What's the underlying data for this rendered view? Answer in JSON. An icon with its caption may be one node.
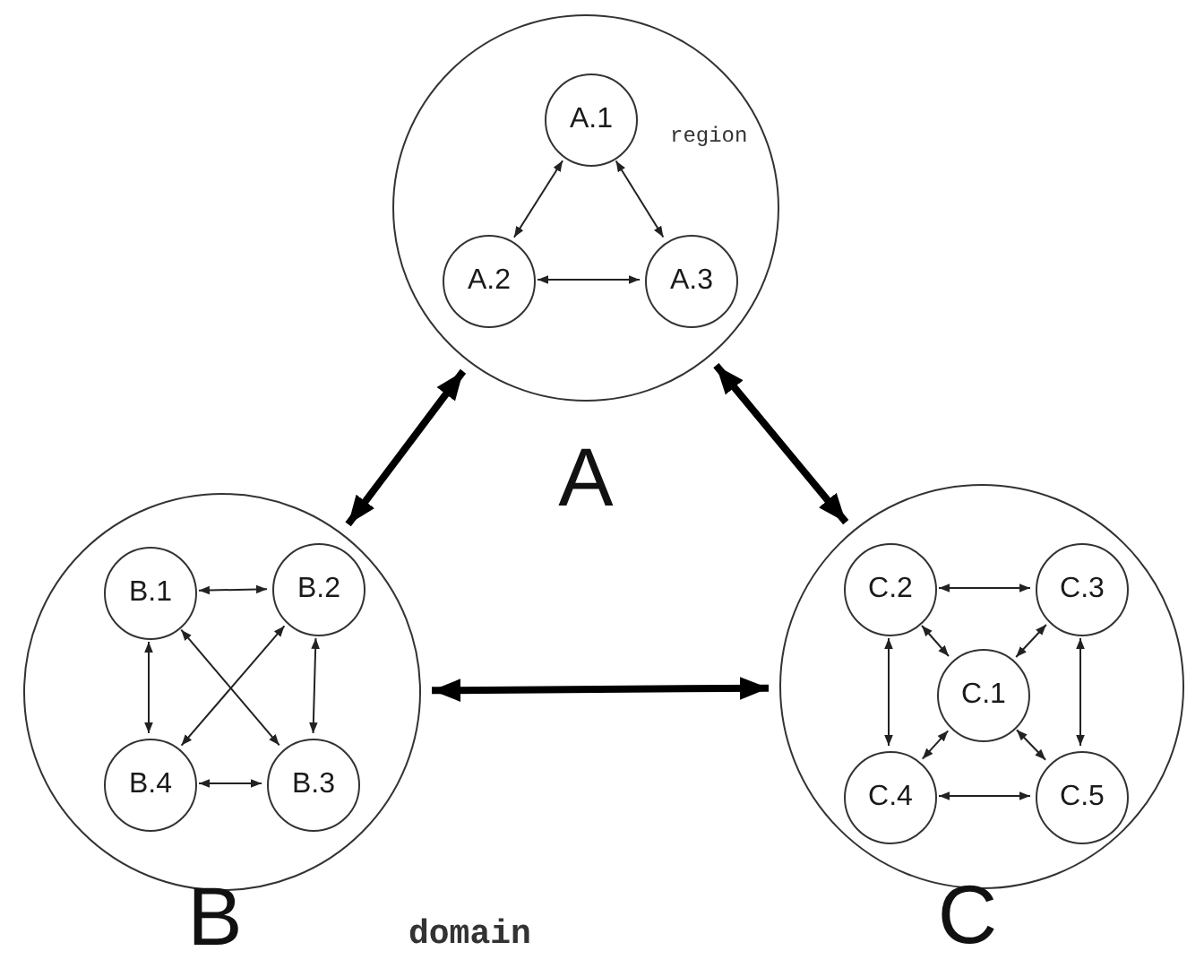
{
  "diagram": {
    "nodes": [
      {
        "text": [
          "A"
        ]
      },
      {
        "text": [
          "A.1"
        ],
        "in": 0
      },
      {
        "text": [
          "A.2"
        ],
        "in": 0
      },
      {
        "text": [
          "A.3"
        ],
        "in": 0
      },
      {
        "text": [
          "B"
        ]
      },
      {
        "text": [
          "B.1"
        ],
        "in": 4
      },
      {
        "text": [
          "B.2"
        ],
        "in": 4
      },
      {
        "text": [
          "B.4"
        ],
        "in": 4
      },
      {
        "text": [
          "B.3"
        ],
        "in": 4
      },
      {
        "text": [
          "C"
        ]
      },
      {
        "text": [
          "C.1"
        ],
        "in": 9
      },
      {
        "text": [
          "C.2"
        ],
        "in": 9
      },
      {
        "text": [
          "C.3"
        ],
        "in": 9
      },
      {
        "text": [
          "C.4"
        ],
        "in": 9
      },
      {
        "text": [
          "C.5"
        ],
        "in": 9
      }
    ],
    "edges": [
      {
        "from": 1,
        "to": 2,
        "arrow": "both"
      },
      {
        "from": 1,
        "to": 3,
        "arrow": "both"
      },
      {
        "from": 2,
        "to": 3,
        "arrow": "both"
      },
      {
        "from": 5,
        "to": 6,
        "arrow": "both"
      },
      {
        "from": 5,
        "to": 7,
        "arrow": "both"
      },
      {
        "from": 6,
        "to": 8,
        "arrow": "both"
      },
      {
        "from": 7,
        "to": 8,
        "arrow": "both"
      },
      {
        "from": 5,
        "to": 8,
        "arrow": "both"
      },
      {
        "from": 6,
        "to": 7,
        "arrow": "both"
      },
      {
        "from": 11,
        "to": 12,
        "arrow": "both"
      },
      {
        "from": 11,
        "to": 13,
        "arrow": "both"
      },
      {
        "from": 12,
        "to": 14,
        "arrow": "both"
      },
      {
        "from": 13,
        "to": 14,
        "arrow": "both"
      },
      {
        "from": 10,
        "to": 11,
        "arrow": "both"
      },
      {
        "from": 10,
        "to": 12,
        "arrow": "both"
      },
      {
        "from": 10,
        "to": 13,
        "arrow": "both"
      },
      {
        "from": 10,
        "to": 14,
        "arrow": "both"
      },
      {
        "from": 0,
        "to": 4,
        "arrow": "both",
        "style": "thick"
      },
      {
        "from": 0,
        "to": 9,
        "arrow": "both",
        "style": "thick"
      },
      {
        "from": 4,
        "to": 9,
        "arrow": "both",
        "style": "thick"
      }
    ],
    "labels": [
      "region",
      "domain"
    ]
  }
}
